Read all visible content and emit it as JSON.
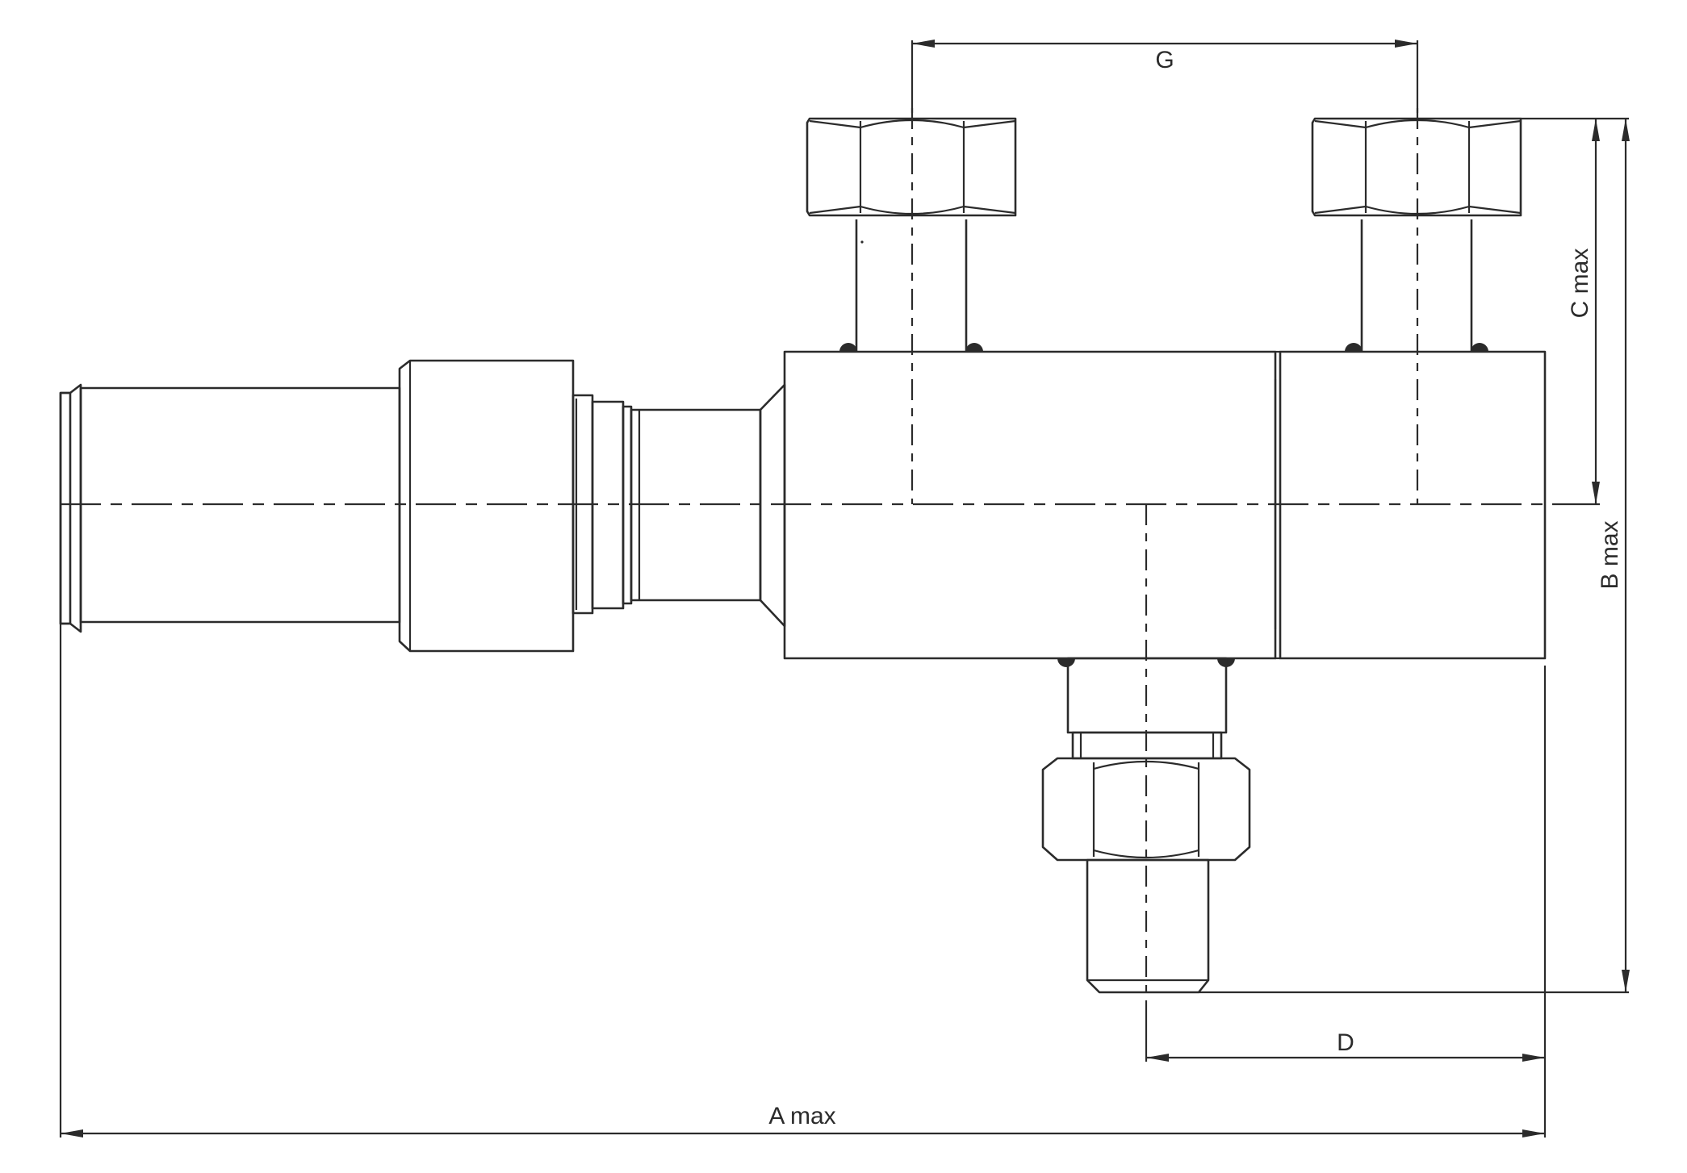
{
  "dimensions": {
    "a_max": "A max",
    "b_max": "B max",
    "c_max": "C max",
    "d": "D",
    "g": "G"
  },
  "colors": {
    "line": "#2b2b2b",
    "background": "#ffffff"
  }
}
